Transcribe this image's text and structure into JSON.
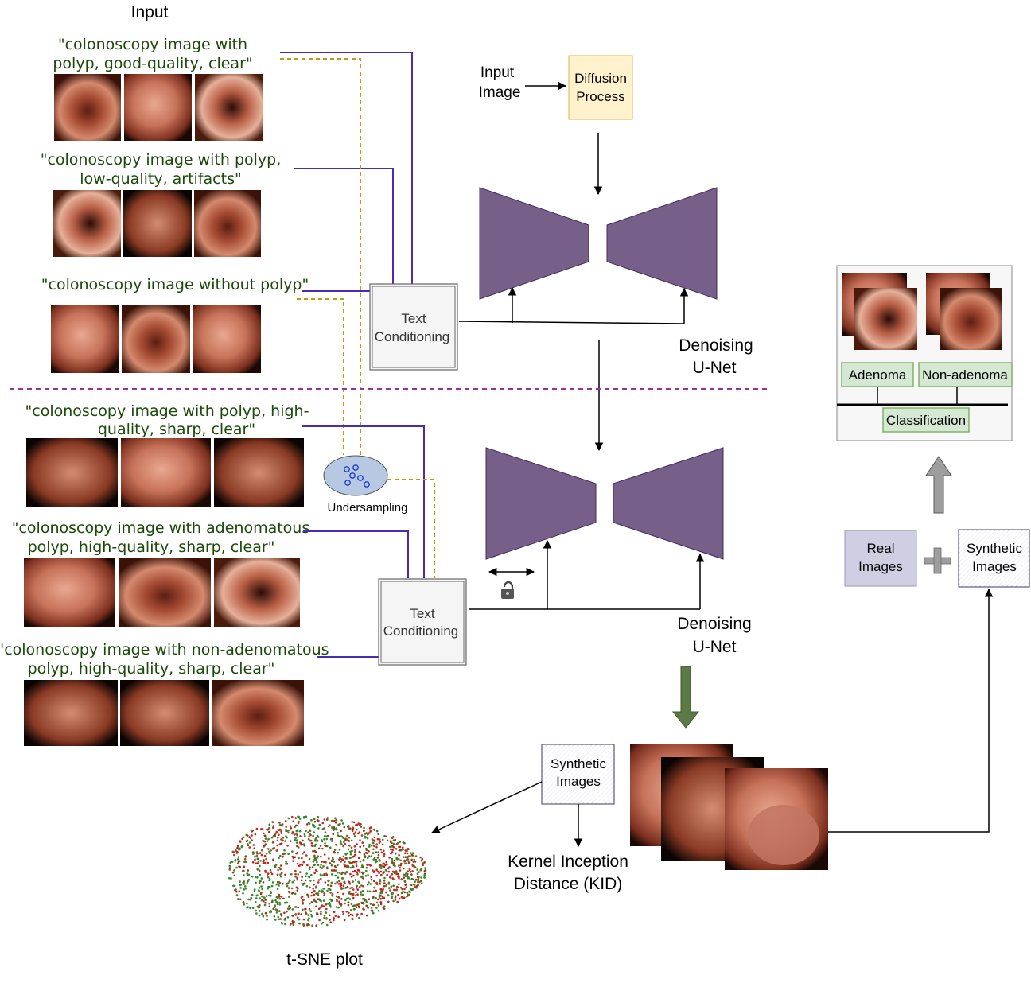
{
  "colors": {
    "unet": "#76608a",
    "conditioning_line": "#4b2bb5",
    "dashed_line": "#c59a08",
    "divider": "#9b2fa0",
    "green_box_fill": "#d5e8d4",
    "green_box_stroke": "#82b366",
    "diffusion_fill": "#fff2cc",
    "diffusion_stroke": "#d6b656",
    "real_images_fill": "#d0cee2",
    "green_arrow": "#5c7a45",
    "gray_arrow": "#9e9e9e",
    "prompt_text": "#1a4a0a"
  },
  "labels": {
    "input": "Input",
    "input_image": [
      "Input",
      "Image"
    ],
    "diffusion_process": [
      "Diffusion",
      "Process"
    ],
    "text_conditioning": [
      "Text",
      "Conditioning"
    ],
    "denoising_unet": [
      "Denoising",
      "U-Net"
    ],
    "undersampling": "Undersampling",
    "synthetic_images": [
      "Synthetic",
      "Images"
    ],
    "real_images": [
      "Real",
      "Images"
    ],
    "adenoma": "Adenoma",
    "non_adenoma": "Non-adenoma",
    "classification": "Classification",
    "kid": [
      "Kernel Inception",
      "Distance (KID)"
    ],
    "tsne": "t-SNE plot"
  },
  "prompts": {
    "top": [
      [
        "\"colonoscopy image with",
        "polyp, good-quality, clear\""
      ],
      [
        "\"colonoscopy image with polyp,",
        "low-quality, artifacts\""
      ],
      [
        "\"colonoscopy image without polyp\""
      ]
    ],
    "bottom": [
      [
        "\"colonoscopy image with polyp, high-",
        "quality, sharp, clear\""
      ],
      [
        "\"colonoscopy image with adenomatous",
        "polyp, high-quality, sharp, clear\""
      ],
      [
        "\"colonoscopy image with non-adenomatous",
        "polyp, high-quality, sharp, clear\""
      ]
    ]
  },
  "icons": {
    "lock": "lock-icon",
    "double_arrow": "double-arrow-icon"
  }
}
